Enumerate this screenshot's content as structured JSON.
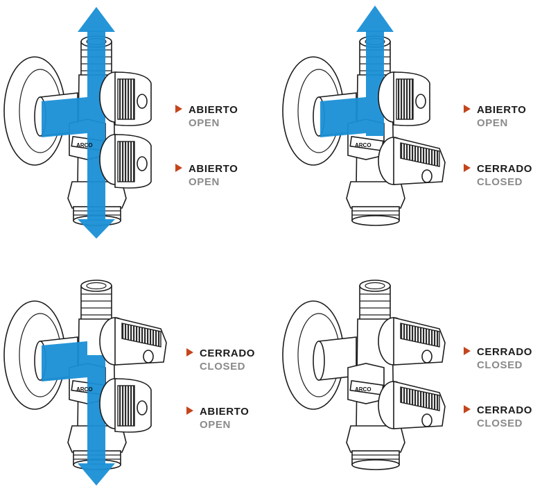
{
  "brand": "ARCO",
  "colors": {
    "flow": "#1a8fd6",
    "pointer": "#c4451c",
    "label_primary": "#1b1b1b",
    "label_secondary": "#8a8a8a"
  },
  "icons": {
    "pointer": "triangle-right-icon"
  },
  "panels": [
    {
      "id": "top-left",
      "upper": {
        "state": "open",
        "es": "ABIERTO",
        "en": "OPEN"
      },
      "lower": {
        "state": "open",
        "es": "ABIERTO",
        "en": "OPEN"
      }
    },
    {
      "id": "top-right",
      "upper": {
        "state": "open",
        "es": "ABIERTO",
        "en": "OPEN"
      },
      "lower": {
        "state": "closed",
        "es": "CERRADO",
        "en": "CLOSED"
      }
    },
    {
      "id": "bottom-left",
      "upper": {
        "state": "closed",
        "es": "CERRADO",
        "en": "CLOSED"
      },
      "lower": {
        "state": "open",
        "es": "ABIERTO",
        "en": "OPEN"
      }
    },
    {
      "id": "bottom-right",
      "upper": {
        "state": "closed",
        "es": "CERRADO",
        "en": "CLOSED"
      },
      "lower": {
        "state": "closed",
        "es": "CERRADO",
        "en": "CLOSED"
      }
    }
  ]
}
